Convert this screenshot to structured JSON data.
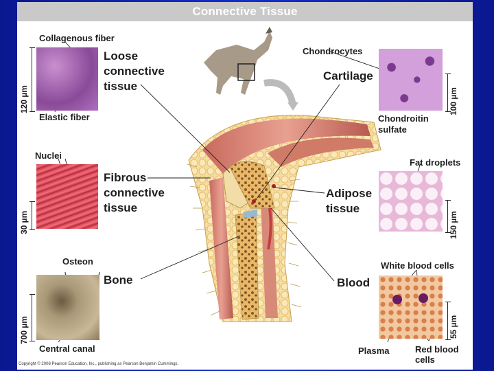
{
  "title": "Connective Tissue",
  "labels": {
    "collagenous_fiber": "Collagenous fiber",
    "loose_line1": "Loose",
    "loose_line2": "connective",
    "loose_line3": "tissue",
    "elastic_fiber": "Elastic fiber",
    "nuclei": "Nuclei",
    "fibrous_line1": "Fibrous",
    "fibrous_line2": "connective",
    "fibrous_line3": "tissue",
    "osteon": "Osteon",
    "bone": "Bone",
    "central_canal": "Central canal",
    "chondrocytes": "Chondrocytes",
    "cartilage": "Cartilage",
    "chondroitin_line1": "Chondroitin",
    "chondroitin_line2": "sulfate",
    "fat_droplets": "Fat droplets",
    "adipose_line1": "Adipose",
    "adipose_line2": "tissue",
    "white_blood_cells": "White blood cells",
    "blood": "Blood",
    "plasma": "Plasma",
    "red_line1": "Red blood",
    "red_line2": "cells"
  },
  "scales": {
    "loose": "120 µm",
    "fibrous": "30 µm",
    "bone": "700 µm",
    "cartilage": "100 µm",
    "adipose": "150 µm",
    "blood": "55 µm"
  },
  "copyright": "Copyright © 2008 Pearson Education, Inc., publishing as Pearson Benjamin Cummings.",
  "colors": {
    "background_blue": "#1430c8",
    "title_bar": "#c9c9c9",
    "loose_tissue": "#a65aa8",
    "fibrous_tissue": "#c8303c",
    "bone_tissue": "#9a8a68",
    "cartilage_tissue": "#c48ad0",
    "adipose_tissue": "#f2dcea",
    "blood_tissue": "#e0a078"
  }
}
